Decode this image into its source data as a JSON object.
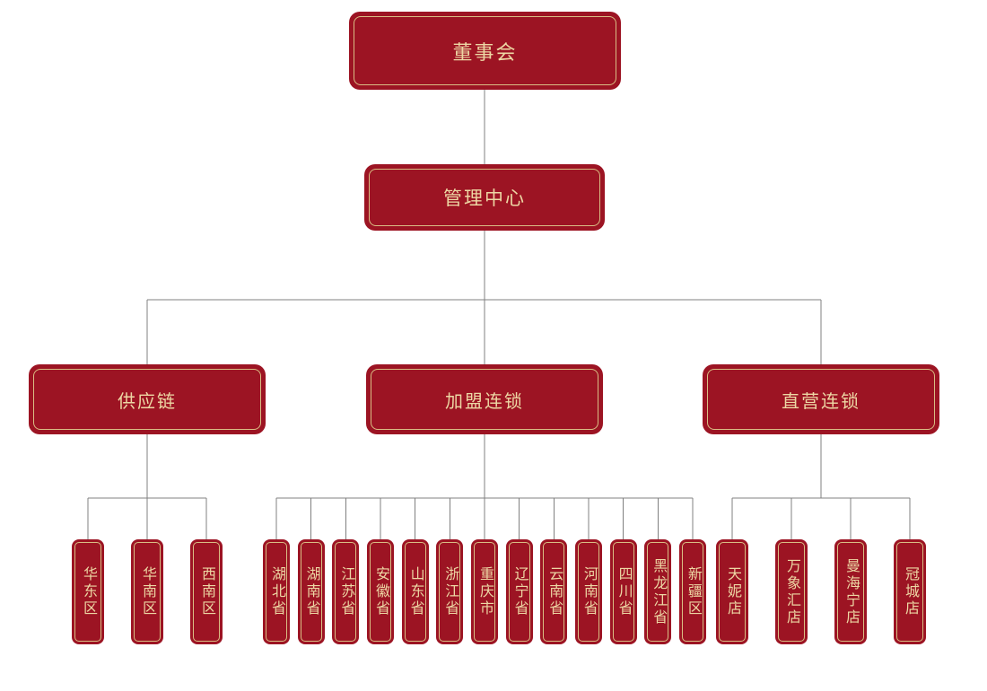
{
  "colors": {
    "node_red": "#9c1423",
    "gold_border": "#d9bd84",
    "gold_text": "#edd7a4",
    "connector": "#808080",
    "background": "#ffffff"
  },
  "org_chart": {
    "root": {
      "label": "董事会"
    },
    "level2": {
      "label": "管理中心"
    },
    "branches": [
      {
        "label": "供应链",
        "children": [
          "华东区",
          "华南区",
          "西南区"
        ]
      },
      {
        "label": "加盟连锁",
        "children": [
          "湖北省",
          "湖南省",
          "江苏省",
          "安徽省",
          "山东省",
          "浙江省",
          "重庆市",
          "辽宁省",
          "云南省",
          "河南省",
          "四川省",
          "黑龙江省",
          "新疆区"
        ]
      },
      {
        "label": "直营连锁",
        "children": [
          "天妮店",
          "万象汇店",
          "曼海宁店",
          "冠城店"
        ]
      }
    ]
  }
}
